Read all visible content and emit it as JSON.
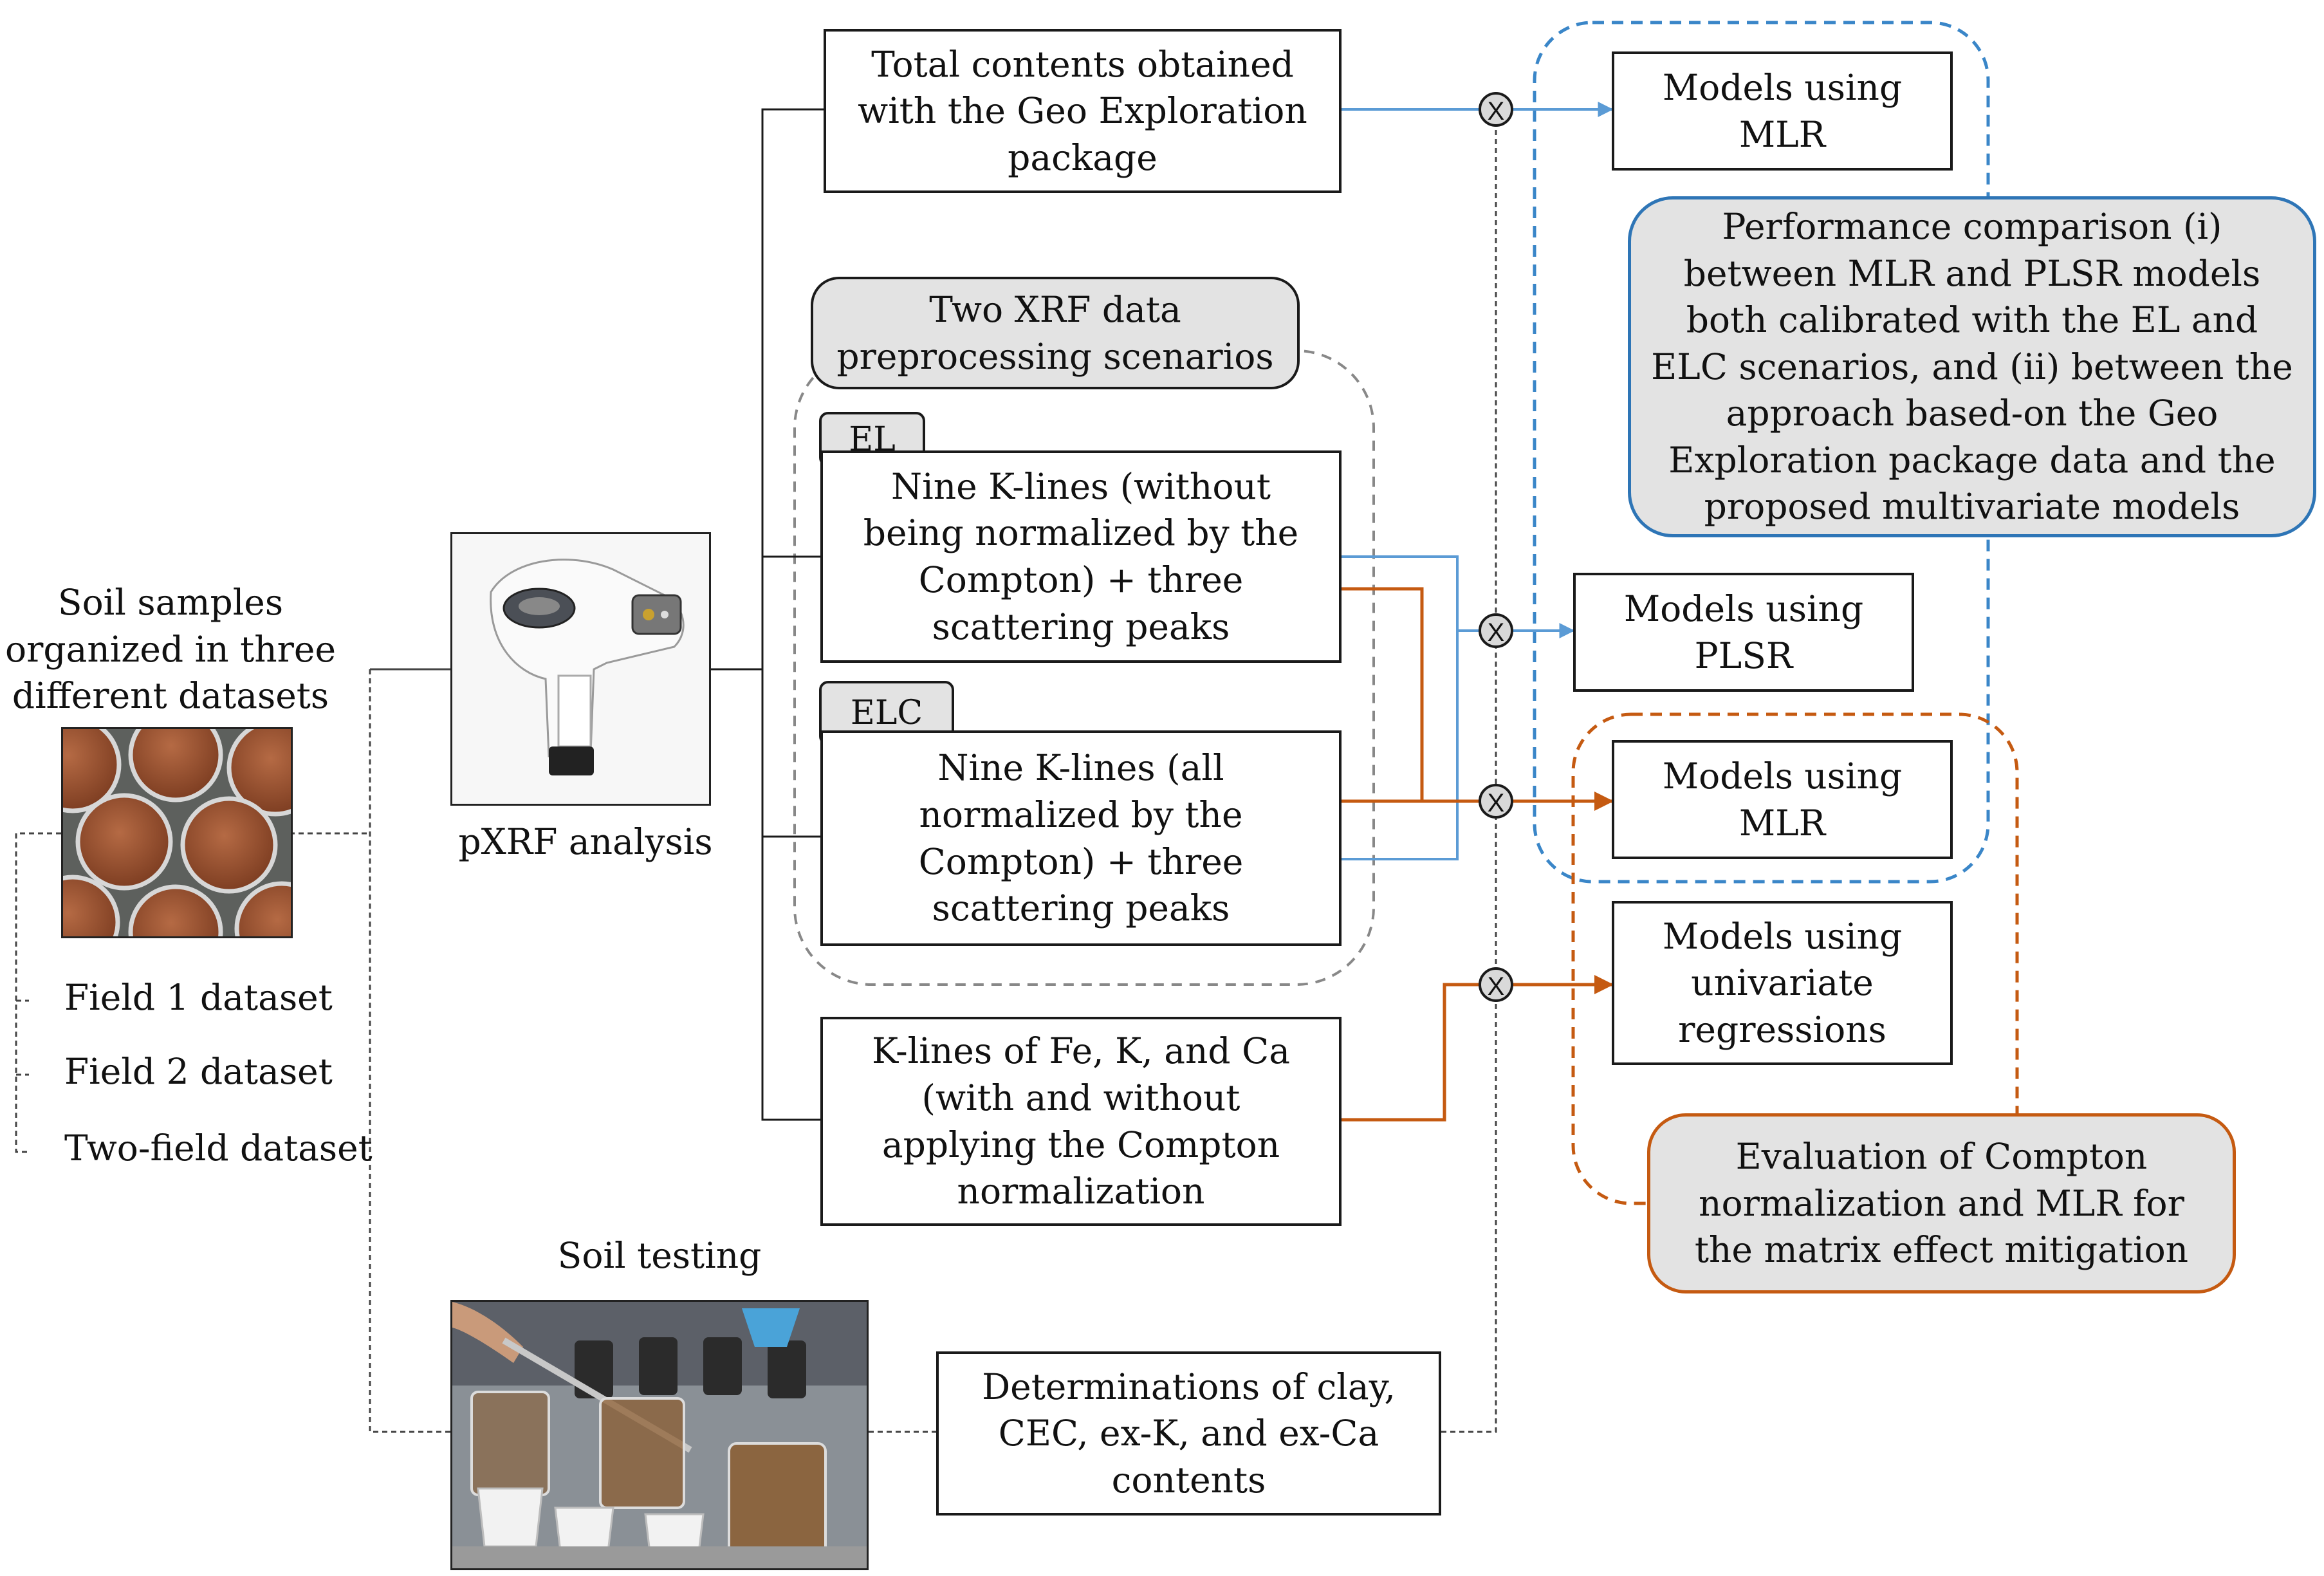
{
  "soil_samples": {
    "caption": "Soil samples\norganized in three\ndifferent datasets",
    "datasets": [
      "Field 1 dataset",
      "Field 2 dataset",
      "Two-field dataset"
    ]
  },
  "pxrf": {
    "caption": "pXRF analysis"
  },
  "soil_testing": {
    "caption": "Soil testing"
  },
  "geo_box": {
    "text": "Total contents obtained\nwith the Geo Exploration\npackage"
  },
  "scenarios": {
    "header": "Two XRF data\npreprocessing scenarios",
    "el": {
      "tag": "EL",
      "text": "Nine K-lines (without\nbeing normalized by the\nCompton) + three\nscattering peaks"
    },
    "elc": {
      "tag": "ELC",
      "text": "Nine K-lines (all\nnormalized by the\nCompton) + three\nscattering peaks"
    }
  },
  "klines_box": {
    "text": "K-lines of Fe, K, and Ca\n(with and without\napplying the Compton\nnormalization"
  },
  "determinations_box": {
    "text": "Determinations of clay,\nCEC, ex-K, and ex-Ca\ncontents"
  },
  "models": {
    "mlr_top": "Models using\nMLR",
    "plsr": "Models using\nPLSR",
    "mlr_mid": "Models using\nMLR",
    "univariate": "Models using\nunivariate\nregressions"
  },
  "performance_box": {
    "text": "Performance comparison (i)\nbetween MLR and PLSR models\nboth calibrated with the EL and\nELC scenarios, and (ii) between the\napproach based-on the Geo\nExploration package data and the\nproposed multivariate models"
  },
  "evaluation_box": {
    "text": "Evaluation of Compton\nnormalization and MLR for\nthe matrix effect mitigation"
  },
  "junction_symbol": "X",
  "colors": {
    "blue": "#5b9bd5",
    "orange": "#c55a11",
    "gray_fill": "#e3e3e3"
  }
}
